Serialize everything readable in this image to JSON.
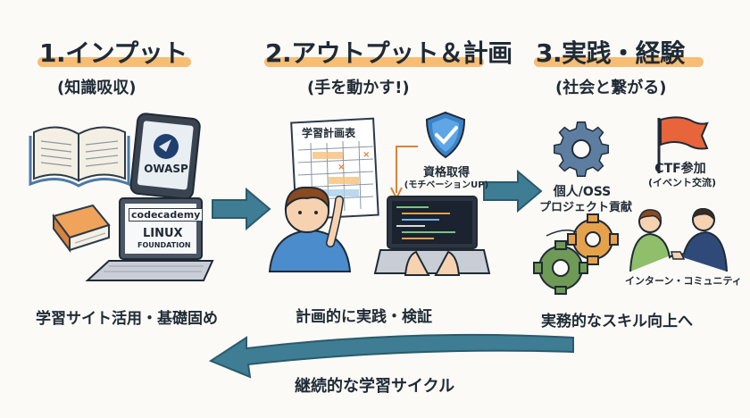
{
  "steps": [
    {
      "title": "1.インプット",
      "subtitle": "(知識吸収)",
      "caption": "学習サイト活用・基礎固め"
    },
    {
      "title": "2.アウトプット＆計画",
      "subtitle": "(手を動かす!)",
      "caption": "計画的に実践・検証"
    },
    {
      "title": "3.実践・経験",
      "subtitle": "(社会と繋がる)",
      "caption": "実務的なスキル向上へ"
    }
  ],
  "icons": {
    "tablet_logo": "OWASP",
    "laptop_logo_1": "codecademy",
    "laptop_logo_2": "LINUX",
    "laptop_logo_3": "FOUNDATION"
  },
  "plan": {
    "table_title": "学習計画表",
    "badge_line1": "資格取得",
    "badge_line2": "(モチベーションUP)"
  },
  "practice": {
    "oss_line1": "個人/OSS",
    "oss_line2": "プロジェクト貢献",
    "ctf_line1": "CTF参加",
    "ctf_line2": "(イベント交流)",
    "intern": "インターン・コミュニティ"
  },
  "cycle_label": "継続的な学習サイクル",
  "colors": {
    "accent_orange": "#f6b15c",
    "arrow_teal": "#3e7d94",
    "shield_blue": "#3b83c9",
    "gear_blue": "#5d7ea0",
    "gear_green": "#6e9a55",
    "gear_orange": "#e6a24a",
    "flag_orange": "#e8643a"
  }
}
